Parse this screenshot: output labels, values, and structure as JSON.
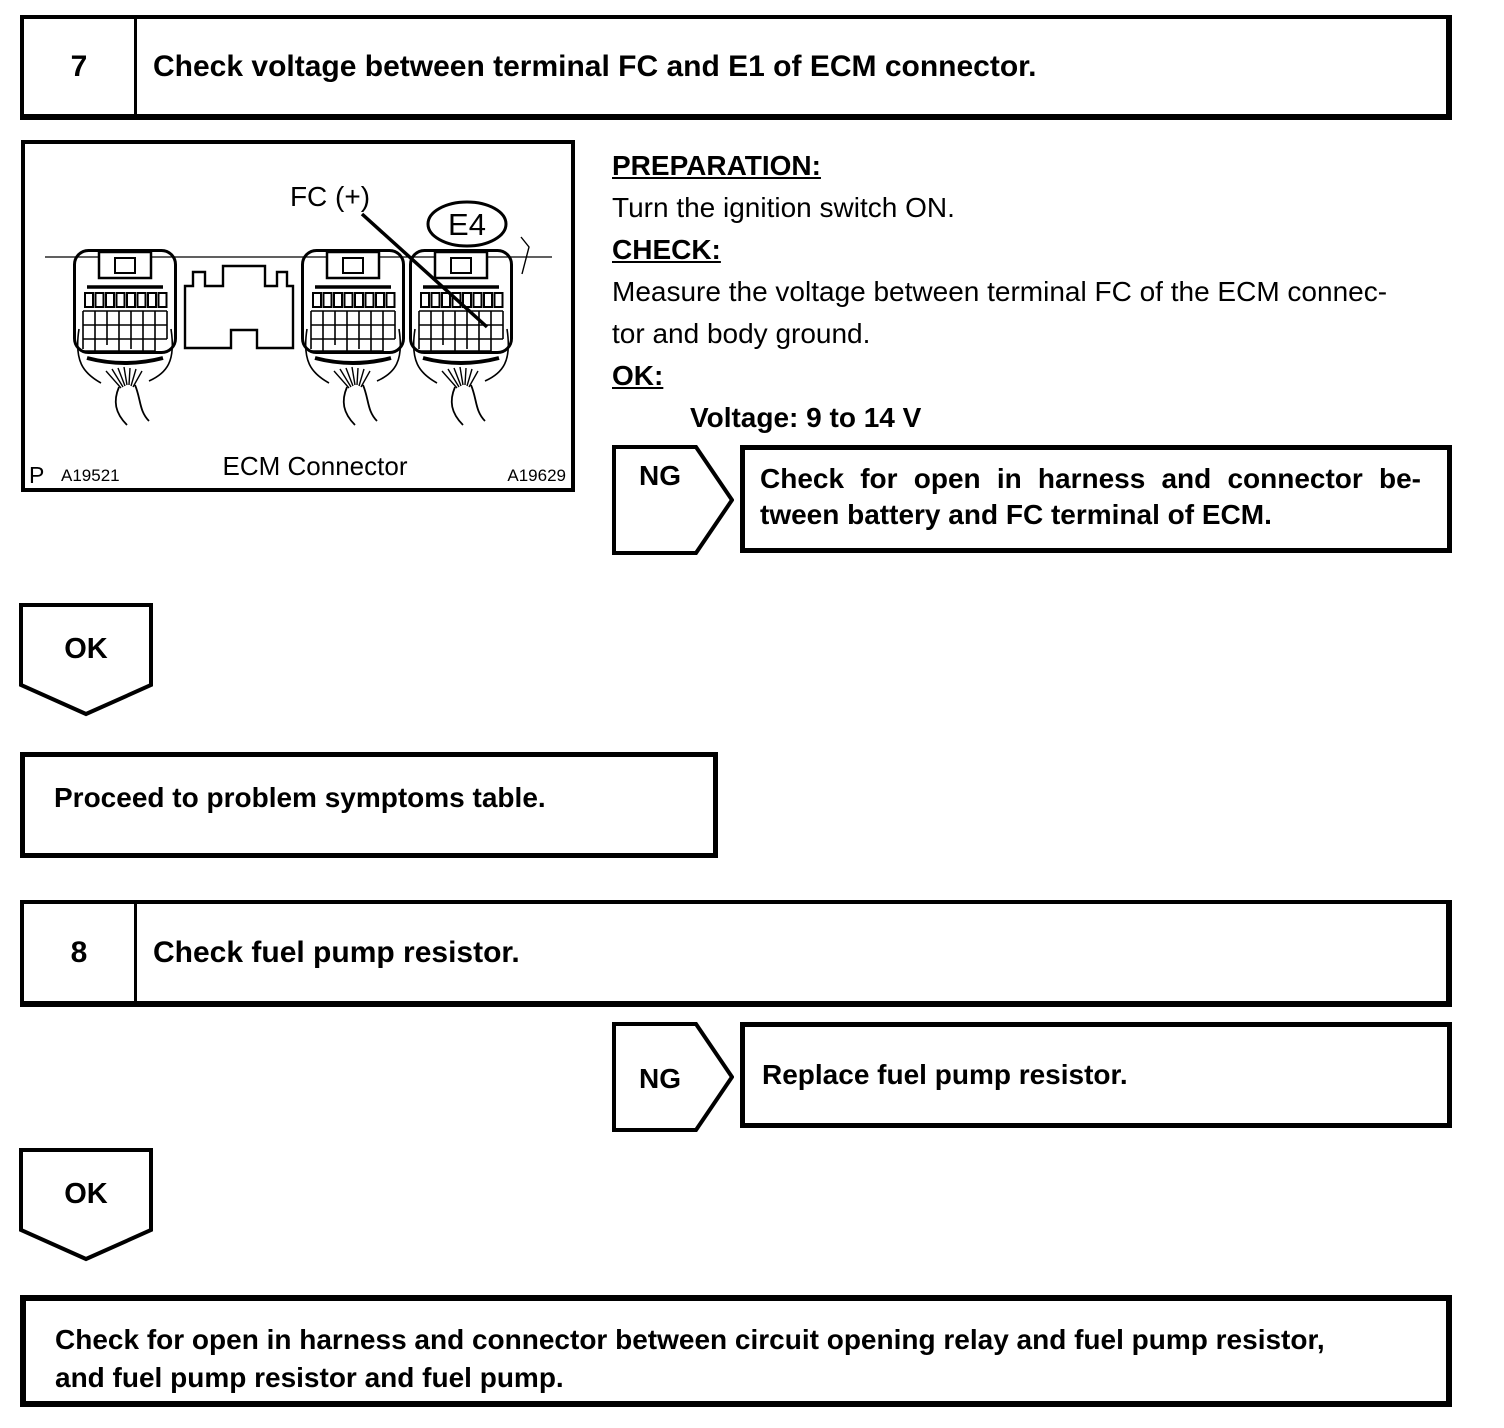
{
  "page": {
    "background": "#ffffff",
    "ink": "#000000"
  },
  "step7": {
    "number": "7",
    "title": "Check voltage between terminal FC and E1 of ECM connector.",
    "figure": {
      "label_fc": "FC (+)",
      "label_e4": "E4",
      "caption": "ECM Connector",
      "code_p": "P",
      "code_left": "A19521",
      "code_right": "A19629"
    },
    "instructions": {
      "preparation_label": "PREPARATION:",
      "preparation_text": "Turn the ignition switch ON.",
      "check_label": "CHECK:",
      "check_line1": "Measure the voltage between terminal FC of the ECM connec-",
      "check_line2": "tor and body ground.",
      "ok_label": "OK:",
      "ok_value": "Voltage: 9 to 14 V"
    },
    "ng_label": "NG",
    "ng_line1": "Check for open in harness and connector be-",
    "ng_line2": "tween battery and FC terminal of ECM.",
    "ok_label": "OK",
    "result": "Proceed to problem symptoms table."
  },
  "step8": {
    "number": "8",
    "title": "Check fuel pump resistor.",
    "ng_label": "NG",
    "ng_text": "Replace fuel pump resistor.",
    "ok_label": "OK",
    "result_line1": "Check for open in harness and connector between circuit opening relay and fuel pump resistor,",
    "result_line2": "and fuel pump resistor and fuel pump."
  }
}
